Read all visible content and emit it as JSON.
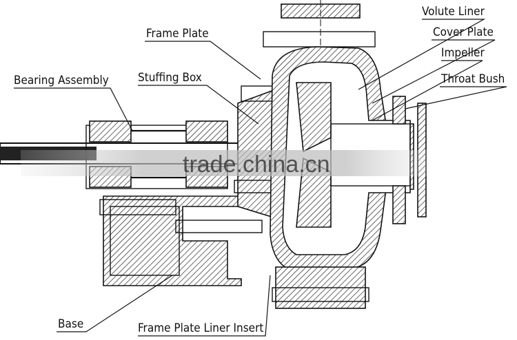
{
  "labels": {
    "volute_liner": "Volute Liner",
    "cover_plate": "Cover Plate",
    "impeller": "Impeller",
    "throat_bush": "Throat Bush",
    "frame_plate": "Frame Plate",
    "stuffing_box": "Stuffing Box",
    "bearing_assembly": "Bearing Assembly",
    "base": "Base",
    "frame_plate_liner_insert": "Frame Plate Liner Insert"
  },
  "watermark": "trade.china.cn"
}
